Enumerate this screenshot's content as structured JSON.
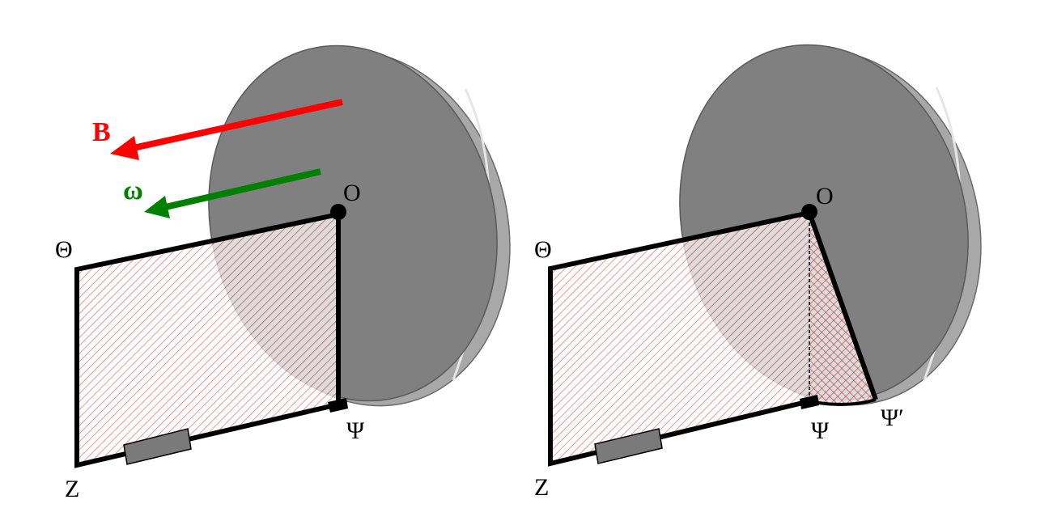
{
  "left_panel": {
    "vectors": [
      {
        "label": "B",
        "color": "#ff0000"
      },
      {
        "label": "ω",
        "color": "#008000"
      }
    ],
    "labels": {
      "center": "O",
      "top_corner": "Θ",
      "bottom_corner": "Z",
      "contact": "Ψ"
    }
  },
  "right_panel": {
    "labels": {
      "center": "O",
      "top_corner": "Θ",
      "bottom_corner": "Z",
      "contact": "Ψ",
      "contact_moved": "Ψ′"
    }
  },
  "colors": {
    "disk": "#808080",
    "disk_edge": "#a8a8a8",
    "hatch": "#e05050",
    "circuit": "#000000",
    "resistor": "#7a7a7a"
  }
}
